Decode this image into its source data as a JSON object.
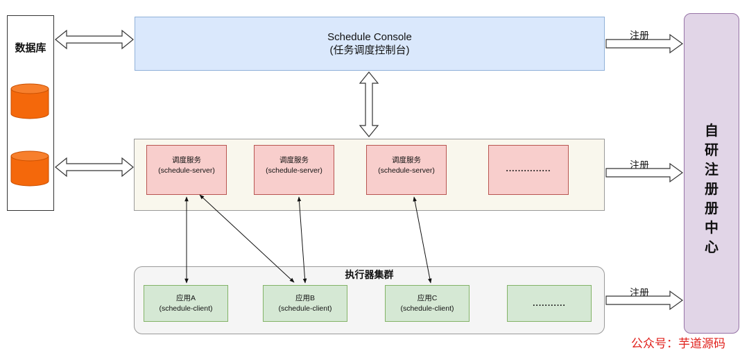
{
  "database": {
    "title": "数据库"
  },
  "console": {
    "title": "Schedule Console",
    "subtitle": "(任务调度控制台)"
  },
  "servers": [
    {
      "name": "调度服务",
      "id": "(schedule-server)"
    },
    {
      "name": "调度服务",
      "id": "(schedule-server)"
    },
    {
      "name": "调度服务",
      "id": "(schedule-server)"
    },
    {
      "ellipsis": "..............."
    }
  ],
  "cluster": {
    "title": "执行器集群"
  },
  "clients": [
    {
      "name": "应用A",
      "id": "(schedule-client)"
    },
    {
      "name": "应用B",
      "id": "(schedule-client)"
    },
    {
      "name": "应用C",
      "id": "(schedule-client)"
    },
    {
      "ellipsis": "..........."
    }
  ],
  "registry": {
    "title": "自研注册册中心",
    "register_label": "注册"
  },
  "watermark": {
    "text": "公众号：芋道源码"
  },
  "colors": {
    "console_fill": "#dae8fc",
    "server_fill": "#f8cecc",
    "client_fill": "#d5e8d4",
    "registry_fill": "#e1d5e7",
    "cylinder_fill": "#f4680b"
  }
}
